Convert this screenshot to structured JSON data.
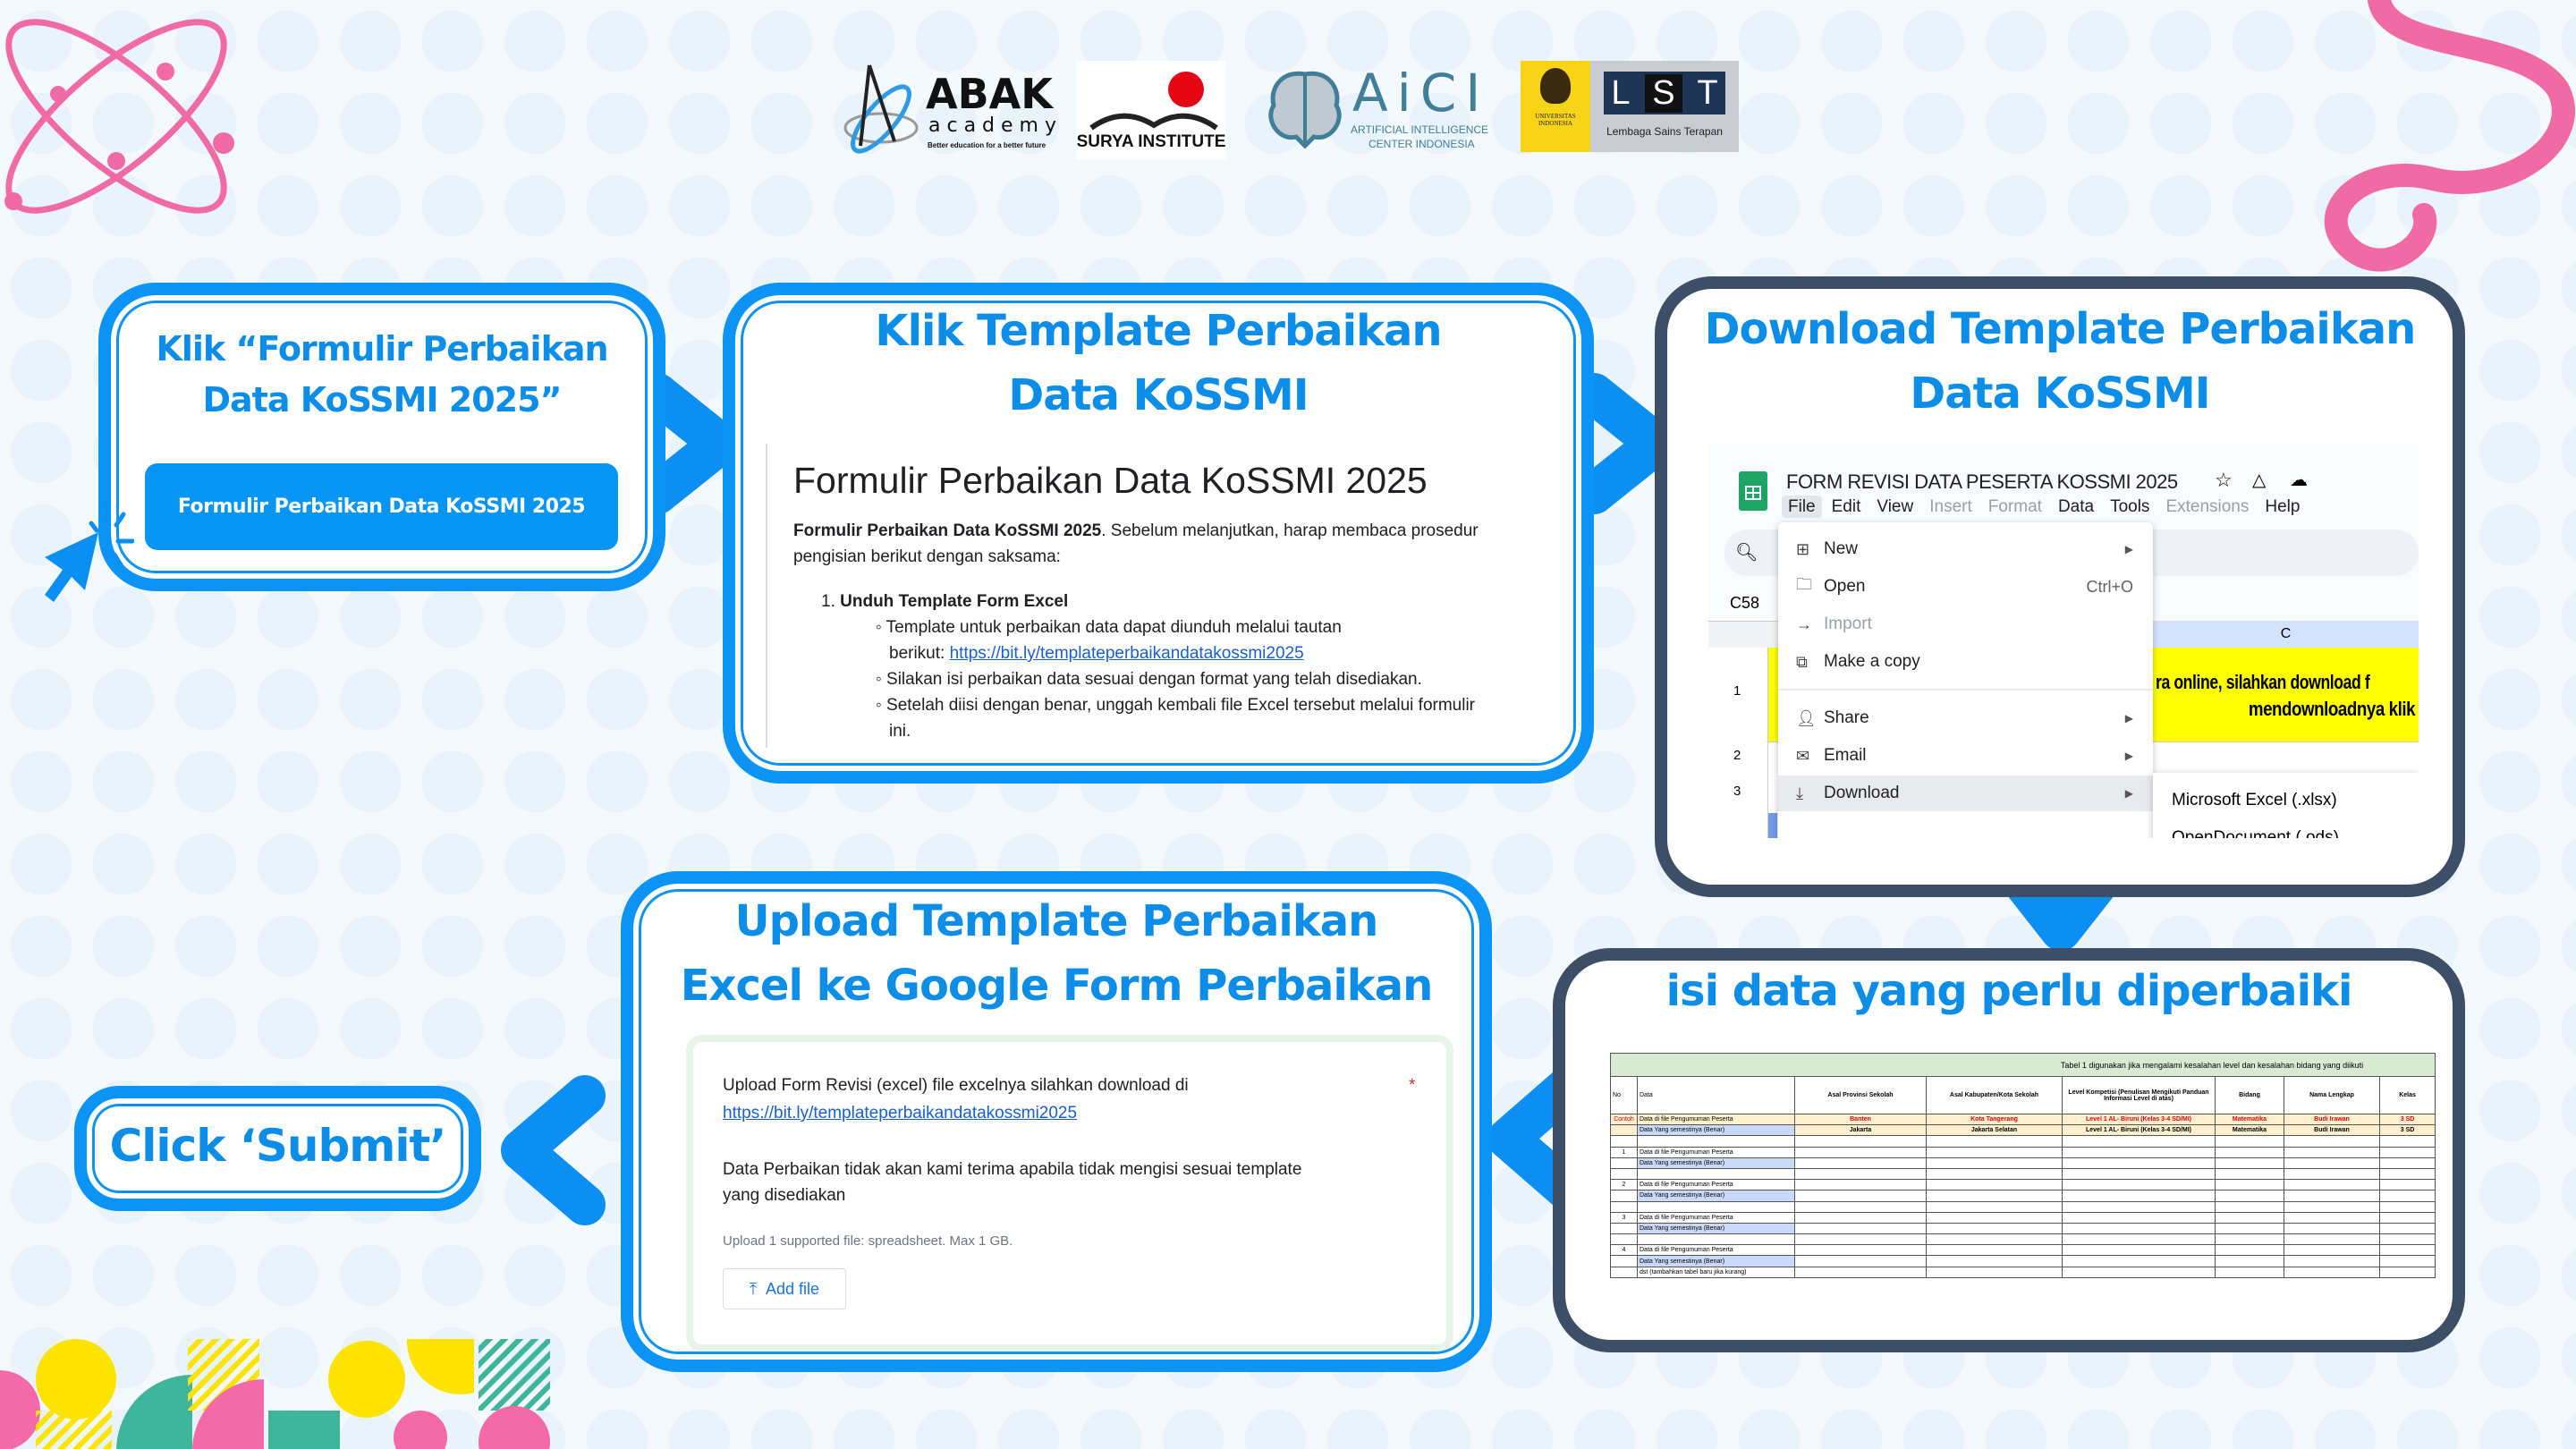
{
  "colors": {
    "accent": "#0b93f5",
    "dark_border": "#3d4f66",
    "title": "#0c8ee8",
    "pink": "#f06ba5",
    "yellow": "#fde300",
    "teal": "#3fb59b"
  },
  "logos": {
    "abak": {
      "name": "ABAK",
      "sub": "academy",
      "tagline": "Better education for a better future"
    },
    "surya": "SURYA INSTITUTE",
    "aici": {
      "name": "AiCI",
      "sub1": "ARTIFICIAL INTELLIGENCE",
      "sub2": "CENTER INDONESIA"
    },
    "ui": "UNIVERSITAS INDONESIA",
    "lst": {
      "letters": [
        "L",
        "S",
        "T"
      ],
      "name": "Lembaga Sains Terapan"
    }
  },
  "step1": {
    "title1": "Klik “Formulir Perbaikan",
    "title2": "Data KoSSMI 2025”",
    "button": "Formulir Perbaikan Data KoSSMI 2025"
  },
  "step2": {
    "title1": "Klik Template Perbaikan",
    "title2": "Data KoSSMI",
    "form_title": "Formulir Perbaikan Data KoSSMI 2025",
    "intro_bold": "Formulir Perbaikan Data KoSSMI 2025",
    "intro_rest": ". Sebelum melanjutkan, harap membaca prosedur",
    "intro_line2": "pengisian berikut dengan saksama:",
    "item_num": "1.",
    "item_title": "Unduh Template Form Excel",
    "b1a": "Template untuk perbaikan data dapat diunduh melalui tautan",
    "b1b": "berikut: ",
    "link": "https://bit.ly/templateperbaikandatakossmi2025",
    "b2": "Silakan isi perbaikan data sesuai dengan format yang telah disediakan.",
    "b3a": "Setelah diisi dengan benar, unggah kembali file Excel tersebut melalui formulir",
    "b3b": "ini."
  },
  "step3": {
    "title1": "Download Template Perbaikan",
    "title2": "Data KoSSMI",
    "doc_title": "FORM REVISI DATA PESERTA KOSSMI 2025",
    "menubar": [
      "File",
      "Edit",
      "View",
      "Insert",
      "Format",
      "Data",
      "Tools",
      "Extensions",
      "Help"
    ],
    "cell_ref": "C58",
    "col_c": "C",
    "rows": [
      "1",
      "2",
      "3"
    ],
    "yellow1": "ra online, silahkan download f",
    "yellow2": "mendownloadnya klik",
    "menu": [
      {
        "label": "New",
        "icon": "new-icon",
        "arrow": true
      },
      {
        "label": "Open",
        "icon": "folder-icon",
        "shortcut": "Ctrl+O"
      },
      {
        "label": "Import",
        "icon": "import-icon",
        "disabled": true
      },
      {
        "label": "Make a copy",
        "icon": "copy-icon"
      },
      {
        "label": "Share",
        "icon": "share-icon",
        "arrow": true
      },
      {
        "label": "Email",
        "icon": "email-icon",
        "arrow": true
      },
      {
        "label": "Download",
        "icon": "download-icon",
        "arrow": true,
        "active": true
      }
    ],
    "submenu": [
      "Microsoft Excel (.xlsx)",
      "OpenDocument (.ods)"
    ]
  },
  "step4": {
    "title1": "Upload Template Perbaikan",
    "title2": "Excel ke Google Form Perbaikan",
    "q1": "Upload Form Revisi (excel) file excelnya silahkan download di",
    "link": "https://bit.ly/templateperbaikandatakossmi2025",
    "required": "*",
    "q2a": "Data Perbaikan tidak akan kami terima apabila tidak mengisi sesuai template",
    "q2b": "yang disediakan",
    "hint": "Upload 1 supported file: spreadsheet. Max 1 GB.",
    "add_file": "Add file"
  },
  "step5": {
    "title": "isi data yang perlu diperbaiki",
    "table": {
      "caption": "Tabel 1 digunakan jika mengalami kesalahan level dan kesalahan bidang yang diikuti",
      "headers": [
        "No",
        "Data",
        "Asal Provinsi Sekolah",
        "Asal Kabupaten/Kota Sekolah",
        "Level Kompetisi (Penulisan Mengikuti Panduan Informasi Level di atas)",
        "Bidang",
        "Nama Lengkap",
        "Kelas"
      ],
      "rows": [
        [
          "Contoh",
          "Data di file Pengumuman Peserta",
          "Banten",
          "Kota Tangerang",
          "Level 1 AL- Biruni (Kelas 3-4 SD/MI)",
          "Matematika",
          "Budi Irawan",
          "3 SD"
        ],
        [
          "",
          "Data Yang semestinya (Benar)",
          "Jakarta",
          "Jakarta Selatan",
          "Level 1 AL- Biruni (Kelas 3-4 SD/MI)",
          "Matematika",
          "Budi Irawan",
          "3 SD"
        ],
        [
          "",
          "",
          "",
          "",
          "",
          "",
          "",
          ""
        ],
        [
          "1",
          "Data di file Pengumuman Peserta",
          "",
          "",
          "",
          "",
          "",
          ""
        ],
        [
          "",
          "Data Yang semestinya (Benar)",
          "",
          "",
          "",
          "",
          "",
          ""
        ],
        [
          "",
          "",
          "",
          "",
          "",
          "",
          "",
          ""
        ],
        [
          "2",
          "Data di file Pengumuman Peserta",
          "",
          "",
          "",
          "",
          "",
          ""
        ],
        [
          "",
          "Data Yang semestinya (Benar)",
          "",
          "",
          "",
          "",
          "",
          ""
        ],
        [
          "",
          "",
          "",
          "",
          "",
          "",
          "",
          ""
        ],
        [
          "3",
          "Data di file Pengumuman Peserta",
          "",
          "",
          "",
          "",
          "",
          ""
        ],
        [
          "",
          "Data Yang semestinya (Benar)",
          "",
          "",
          "",
          "",
          "",
          ""
        ],
        [
          "",
          "",
          "",
          "",
          "",
          "",
          "",
          ""
        ],
        [
          "4",
          "Data di file Pengumuman Peserta",
          "",
          "",
          "",
          "",
          "",
          ""
        ],
        [
          "",
          "Data Yang semestinya (Benar)",
          "",
          "",
          "",
          "",
          "",
          ""
        ],
        [
          "",
          "dst (tambahkan tabel baru jika kurang)",
          "",
          "",
          "",
          "",
          "",
          ""
        ]
      ]
    }
  },
  "step6": {
    "title": "Click ‘Submit’"
  }
}
